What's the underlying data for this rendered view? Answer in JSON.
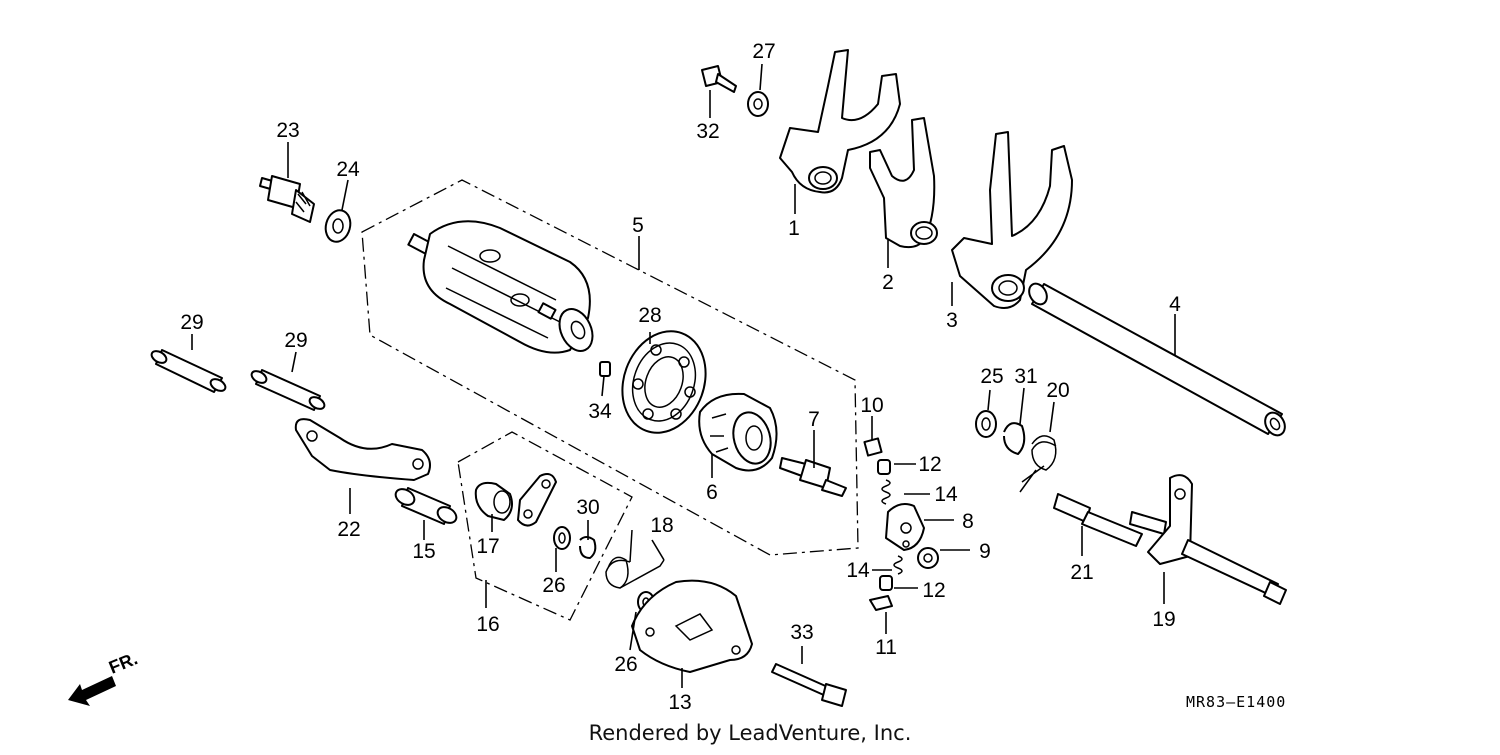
{
  "diagram_code": "MR83–E1400",
  "credit": "Rendered by LeadVenture, Inc.",
  "direction_label": "FR.",
  "parts": {
    "p1": "1",
    "p2": "2",
    "p3": "3",
    "p4": "4",
    "p5": "5",
    "p6": "6",
    "p7": "7",
    "p8": "8",
    "p9": "9",
    "p10": "10",
    "p11": "11",
    "p12a": "12",
    "p12b": "12",
    "p13": "13",
    "p14a": "14",
    "p14b": "14",
    "p15": "15",
    "p16": "16",
    "p17": "17",
    "p18": "18",
    "p19": "19",
    "p20": "20",
    "p21": "21",
    "p22": "22",
    "p23": "23",
    "p24": "24",
    "p25": "25",
    "p26a": "26",
    "p26b": "26",
    "p27": "27",
    "p28": "28",
    "p29a": "29",
    "p29b": "29",
    "p30": "30",
    "p31": "31",
    "p32": "32",
    "p33": "33",
    "p34": "34"
  }
}
